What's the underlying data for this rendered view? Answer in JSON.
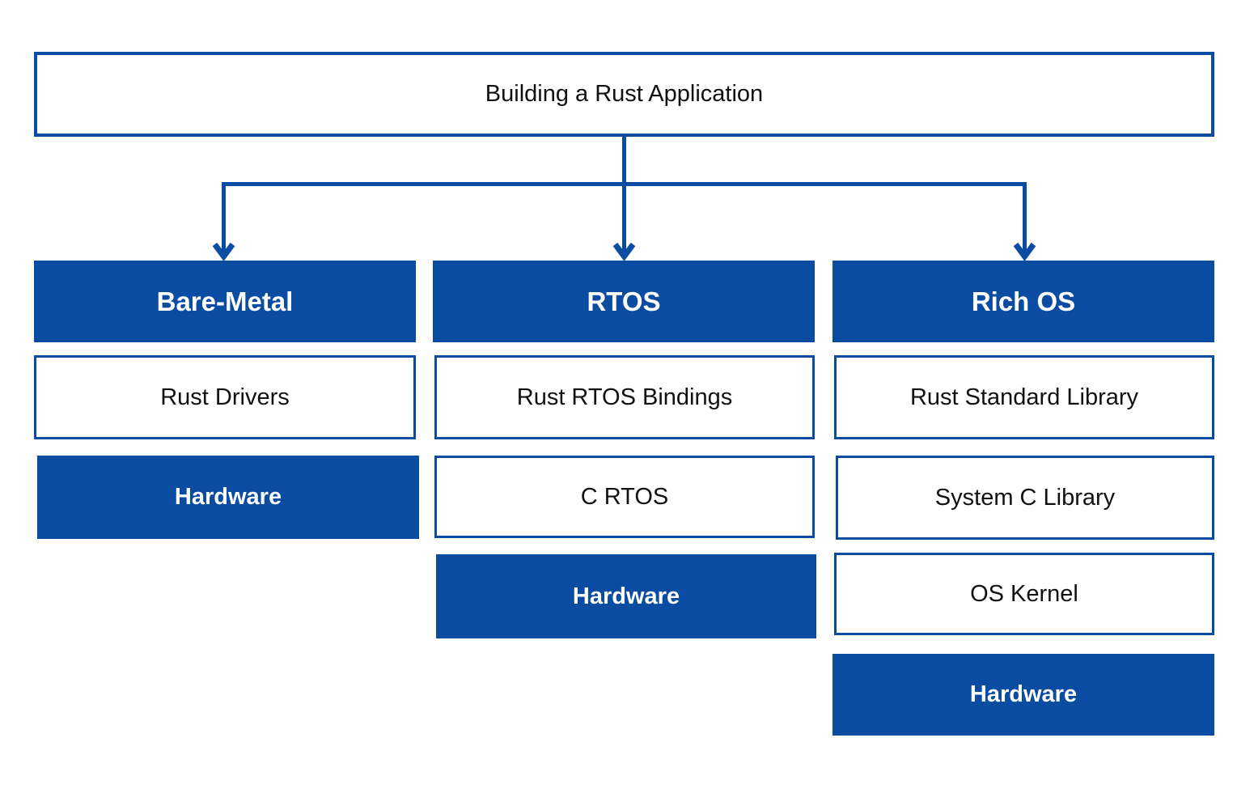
{
  "title": "Building a Rust Application",
  "colors": {
    "primary_blue": "#0B4CA3",
    "background": "#FFFFFF",
    "text": "#111111"
  },
  "arrows": {
    "count": 3,
    "direction": "down",
    "from": "Building a Rust Application",
    "to": [
      "Bare-Metal",
      "RTOS",
      "Rich OS"
    ]
  },
  "columns": [
    {
      "id": "bare-metal",
      "header": "Bare-Metal",
      "rows": [
        {
          "label": "Rust Drivers",
          "variant": "outline"
        },
        {
          "label": "Hardware",
          "variant": "solid"
        }
      ]
    },
    {
      "id": "rtos",
      "header": "RTOS",
      "rows": [
        {
          "label": "Rust RTOS Bindings",
          "variant": "outline"
        },
        {
          "label": "C RTOS",
          "variant": "outline"
        },
        {
          "label": "Hardware",
          "variant": "solid"
        }
      ]
    },
    {
      "id": "rich-os",
      "header": "Rich OS",
      "rows": [
        {
          "label": "Rust Standard Library",
          "variant": "outline"
        },
        {
          "label": "System C Library",
          "variant": "outline"
        },
        {
          "label": "OS Kernel",
          "variant": "outline"
        },
        {
          "label": "Hardware",
          "variant": "solid"
        }
      ]
    }
  ]
}
